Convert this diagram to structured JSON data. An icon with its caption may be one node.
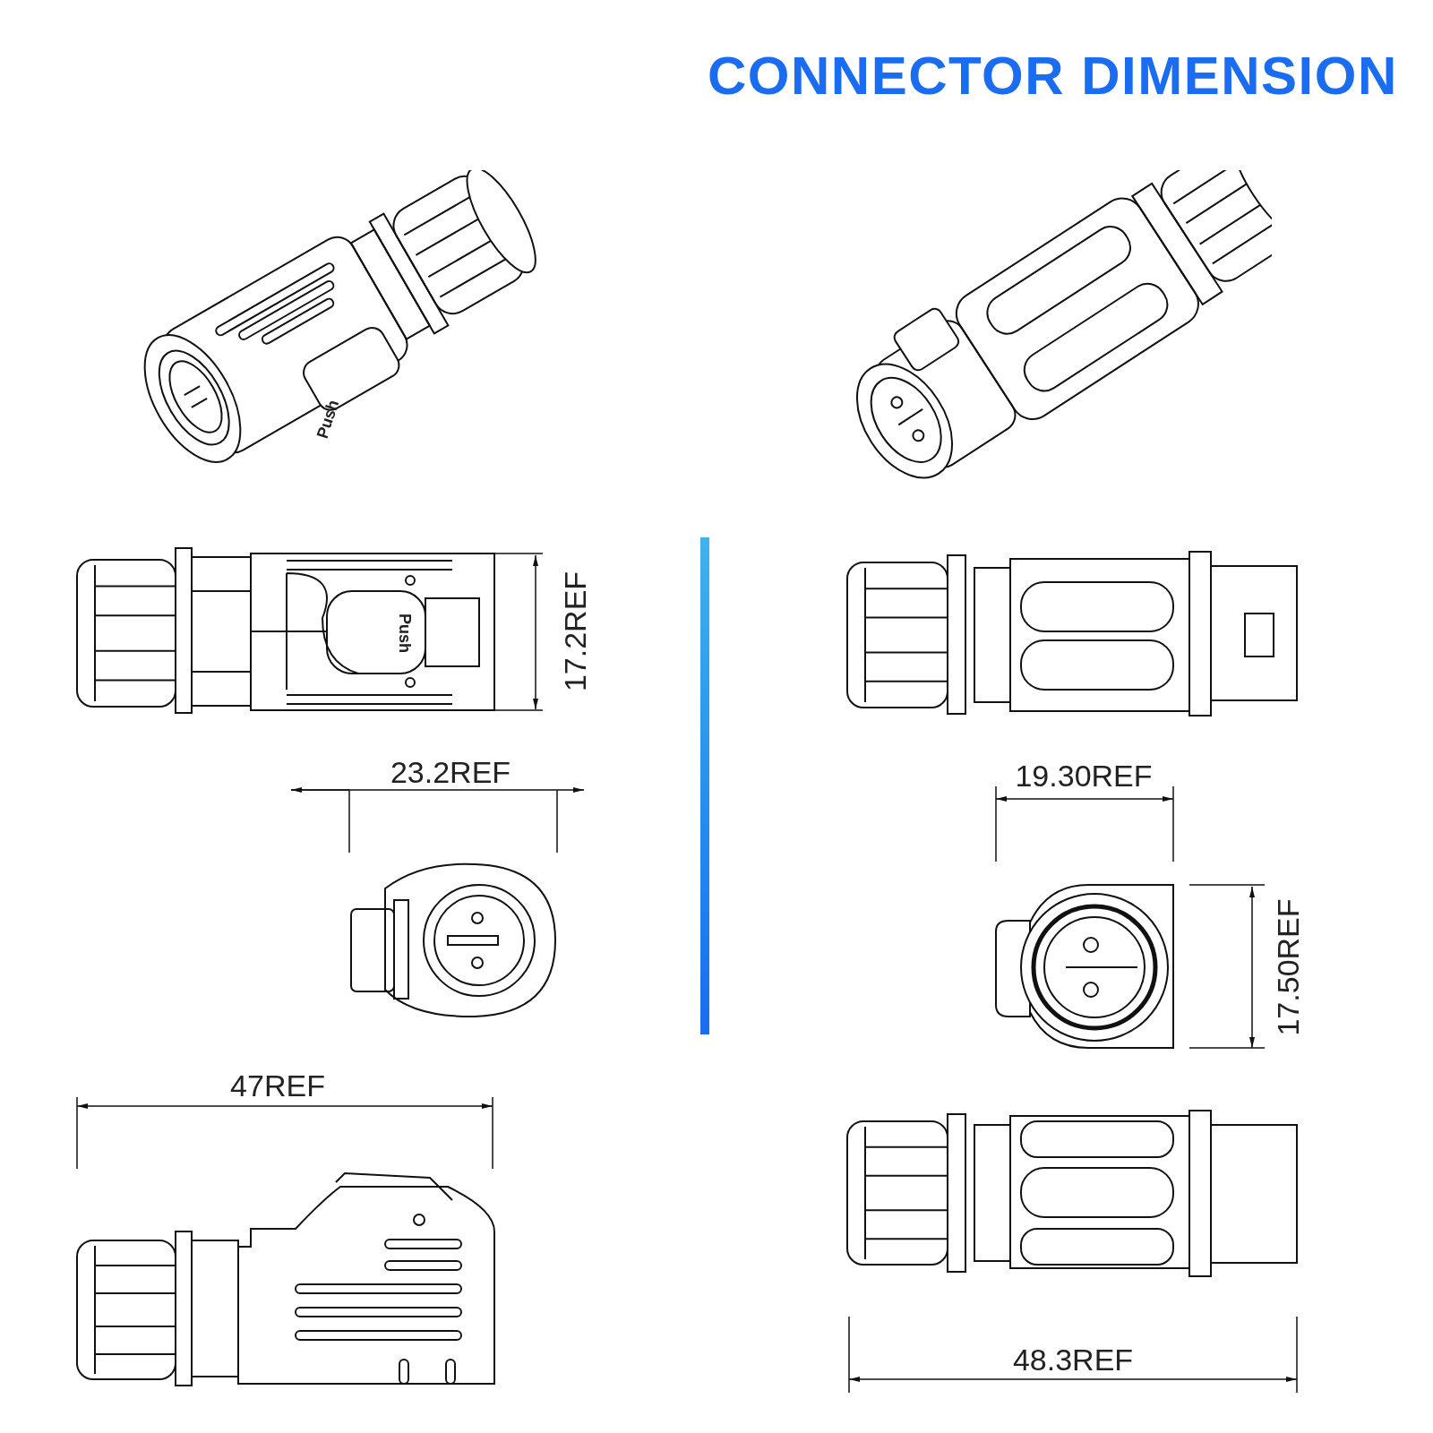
{
  "diagram": {
    "title": "CONNECTOR DIMENSION",
    "labels": [
      "Push",
      "Push",
      "17.2REF",
      "23.2REF",
      "19.30REF",
      "17.50REF",
      "47REF",
      "48.3REF"
    ]
  }
}
